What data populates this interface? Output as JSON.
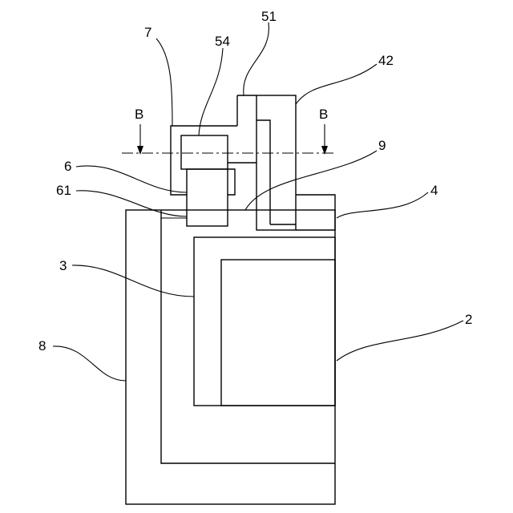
{
  "labels": {
    "ref_7": "7",
    "ref_54": "54",
    "ref_51": "51",
    "ref_42": "42",
    "section_b_left": "B",
    "section_b_right": "B",
    "ref_9": "9",
    "ref_6": "6",
    "ref_61": "61",
    "ref_4": "4",
    "ref_3": "3",
    "ref_2": "2",
    "ref_8": "8"
  }
}
